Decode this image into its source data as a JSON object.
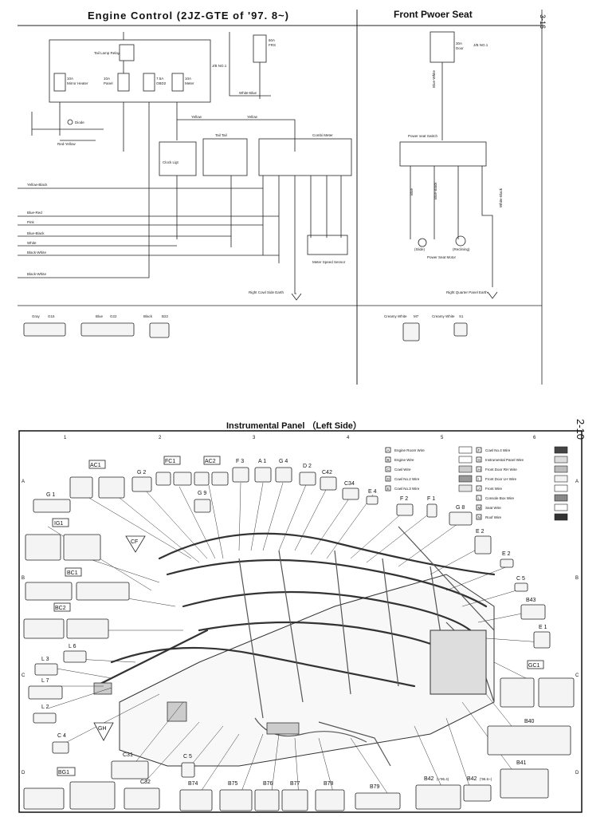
{
  "top_left": {
    "title": "Engine Control (2JZ-GTE of '97. 8~)",
    "fuses": [
      {
        "amp": "10A",
        "name": "Mirror Heater"
      },
      {
        "amp": "10A",
        "name": "Panel"
      },
      {
        "amp": "7.5A",
        "name": "OBD2"
      },
      {
        "amp": "10A",
        "name": "Meter"
      },
      {
        "amp": "60A",
        "name": "FRS"
      }
    ],
    "relay": "Tail Lamp Relay",
    "jb": "J/B NO.1",
    "wires": [
      "Yellow-Black",
      "Blue-Red",
      "Pink",
      "Blue-Black",
      "White",
      "Black-White",
      "Black-White",
      "Red-Yellow",
      "White-Blue",
      "Yellow",
      "Yellow"
    ],
    "components": [
      "Diode",
      "Tail Tail",
      "Clock Ligt",
      "Combi Meter",
      "Meter Speed Sensor"
    ],
    "earth": "Right Cowl Side Earth",
    "connectors": [
      {
        "color": "Gray",
        "id": "G15"
      },
      {
        "color": "Blue",
        "id": "G22"
      },
      {
        "color": "Black",
        "id": "B22"
      }
    ]
  },
  "top_right": {
    "title": "Front Pwoer Seat",
    "page": "3-16",
    "fuse": {
      "amp": "30A",
      "name": "Door"
    },
    "jb": "J/B NO.1",
    "components": [
      "Power seat Switch",
      "(Slide)",
      "(Reclining)",
      "Power Seat Motor"
    ],
    "earth": "Right Quarter Panel Earth",
    "wires": [
      "Blue-White",
      "Blue",
      "Blue-Black",
      "White-Black"
    ],
    "connectors": [
      {
        "color": "Creamy White",
        "id": "M7"
      },
      {
        "color": "Creamy White",
        "id": "S1"
      }
    ]
  },
  "bottom": {
    "title": "Instrumental Panel （Left Side）",
    "page": "2-10",
    "columns": [
      "1",
      "2",
      "3",
      "4",
      "5",
      "6"
    ],
    "rows": [
      "A",
      "B",
      "C",
      "D"
    ],
    "legend_left": [
      {
        "key": "A",
        "label": "Engine Room Wire"
      },
      {
        "key": "B",
        "label": "Engine Wire"
      },
      {
        "key": "C",
        "label": "Cowl Wire"
      },
      {
        "key": "D",
        "label": "Cowl No.2 Wire"
      },
      {
        "key": "E",
        "label": "Cowl No.3 Wire"
      }
    ],
    "legend_right": [
      {
        "key": "F",
        "label": "Cowl No.4 Wire"
      },
      {
        "key": "G",
        "label": "Instrumental Panel Wire"
      },
      {
        "key": "H",
        "label": "Front Door RH Wire"
      },
      {
        "key": "I",
        "label": "Front Door LH Wire"
      },
      {
        "key": "J",
        "label": "Front Wire"
      },
      {
        "key": "L",
        "label": "Console Box Wire"
      },
      {
        "key": "M",
        "label": "Seat Wire"
      },
      {
        "key": "N",
        "label": "Roof Wire"
      }
    ],
    "connector_labels": {
      "AC1": "AC1",
      "FC1": "FC1",
      "AC2": "AC2",
      "IG1": "IG1",
      "BC1": "BC1",
      "BC2": "BC2",
      "GC1": "GC1",
      "BG1": "BG1",
      "CF": "CF",
      "GH": "GH",
      "G2": "G 2",
      "F3": "F 3",
      "A1": "A 1",
      "G4": "G 4",
      "D2": "D 2",
      "C42": "C42",
      "C34": "C34",
      "E4": "E 4",
      "G1": "G 1",
      "G9": "G 9",
      "F2": "F 2",
      "F1": "F 1",
      "G8": "G 8",
      "E2a": "E 2",
      "E2b": "E 2",
      "C5": "C 5",
      "B43": "B43",
      "E1": "E 1",
      "L6": "L 6",
      "L3": "L 3",
      "L7": "L 7",
      "L2": "L 2",
      "C4": "C 4",
      "C31": "C31",
      "C32": "C32",
      "C5b": "C 5",
      "B74": "B74",
      "B75": "B75",
      "B76": "B76",
      "B77": "B77",
      "B78": "B78",
      "B79": "B79",
      "B42a": "B42",
      "B42a_note": "(~'96.4)",
      "B42b": "B42",
      "B42b_note": "('96.6~)",
      "B40": "B40",
      "B41": "B41"
    }
  }
}
